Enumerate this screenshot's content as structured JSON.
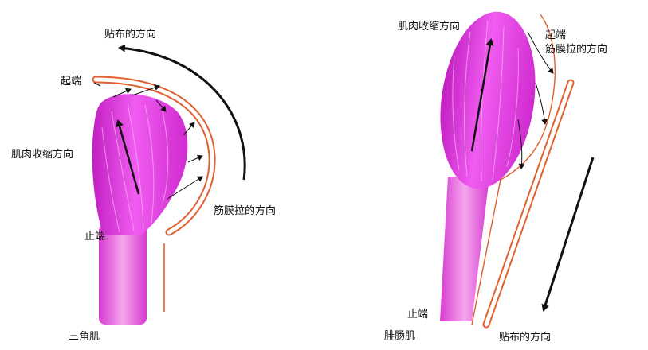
{
  "left_figure": {
    "tape_direction": "贴布的方向",
    "origin_end": "起端",
    "muscle_contraction": "肌肉收缩方向",
    "fascia_pull": "筋膜拉的方向",
    "insertion_end": "止端",
    "muscle_name": "三角肌"
  },
  "right_figure": {
    "muscle_contraction": "肌肉收缩方向",
    "origin_end": "起端",
    "fascia_pull": "筋膜拉的方向",
    "insertion_end": "止端",
    "muscle_name": "腓肠肌",
    "tape_direction": "贴布的方向"
  },
  "colors": {
    "muscle": "#e83ee8",
    "tendon": "#e77ce0",
    "tape_border": "#e06030",
    "arrow": "#111111"
  }
}
